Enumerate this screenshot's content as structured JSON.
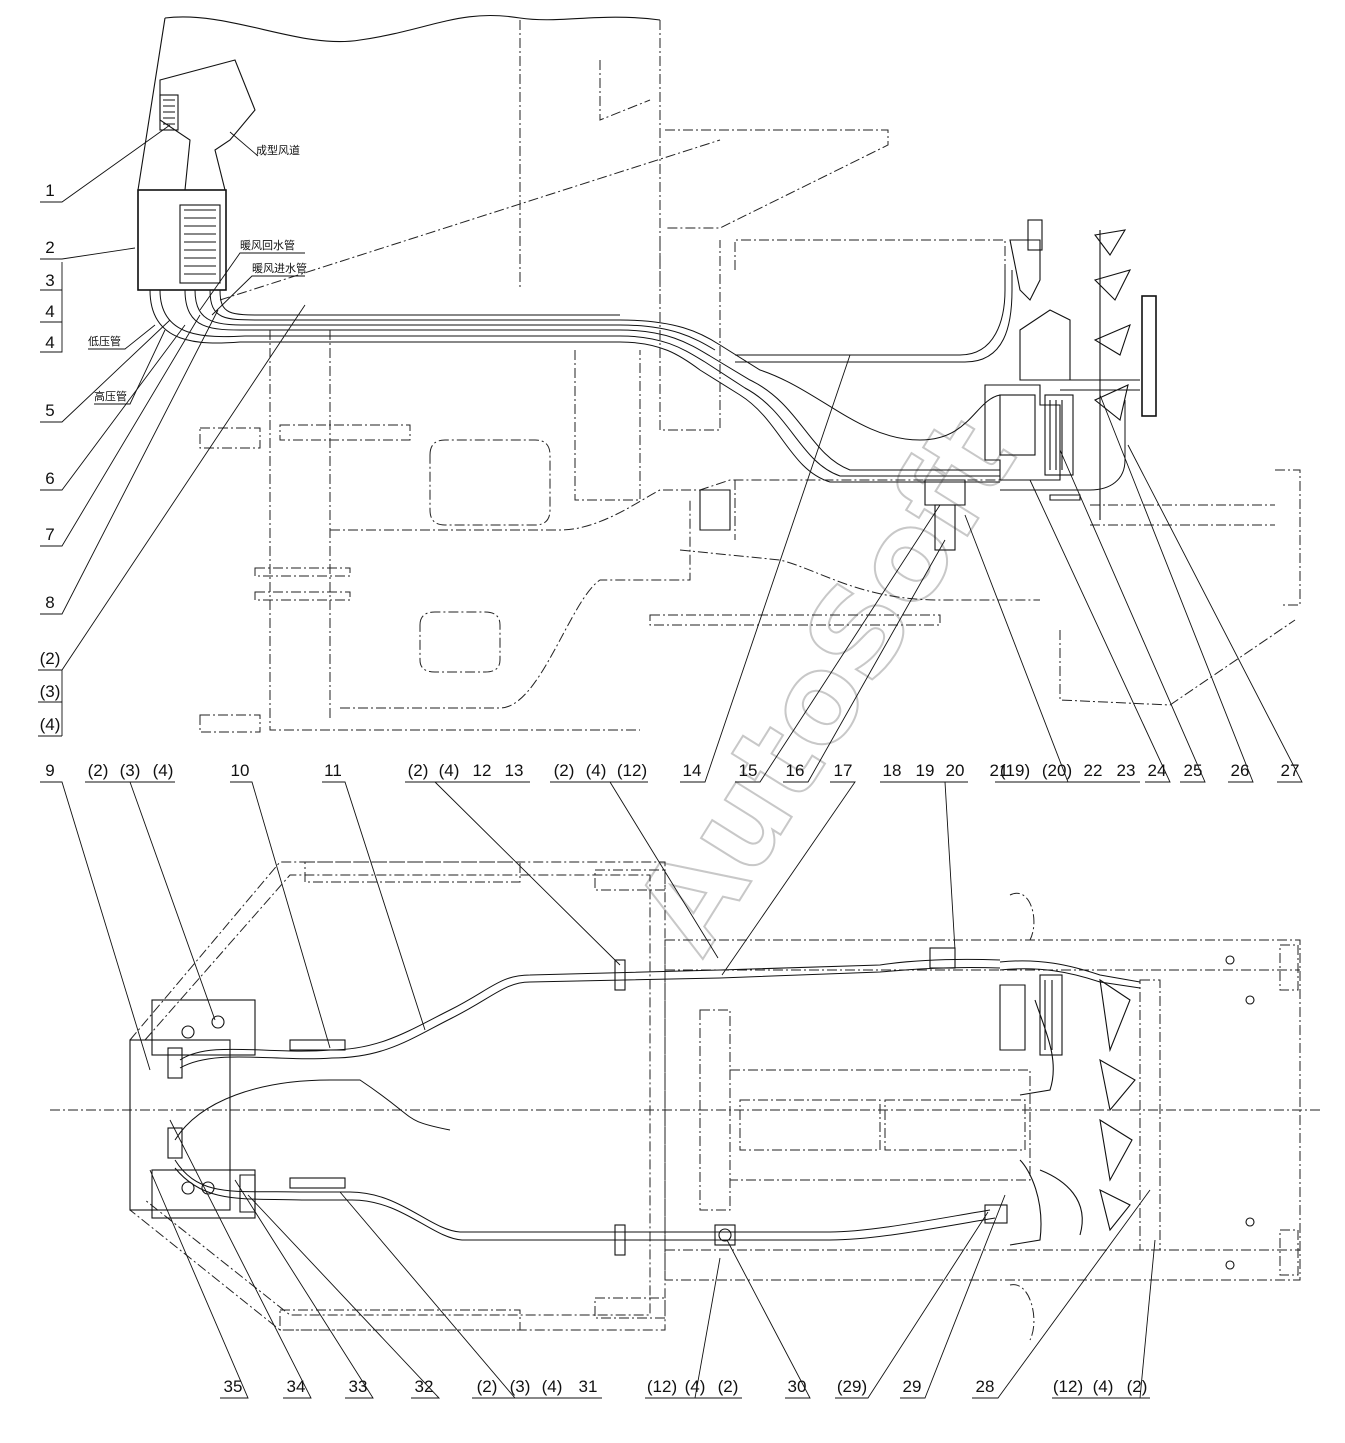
{
  "watermark": "AutoSoft",
  "chinese_labels": {
    "molded_duct": "成型风道",
    "heater_return_pipe": "暖风回水管",
    "heater_inlet_pipe": "暖风进水管",
    "low_pressure_pipe": "低压管",
    "high_pressure_pipe": "高压管"
  },
  "left_callouts": [
    "1",
    "2",
    "3",
    "4",
    "5",
    "6",
    "7",
    "8",
    "(2)",
    "(3)",
    "(4)"
  ],
  "mid_callouts": [
    "14",
    "15",
    "16",
    "17",
    "18",
    "19",
    "20",
    "21",
    "(19)",
    "(20)",
    "22",
    "23",
    "24",
    "25",
    "26",
    "27"
  ],
  "top_row_callouts": [
    "9",
    "(2)",
    "(3)",
    "(4)",
    "10",
    "11",
    "(2)",
    "(4)",
    "12",
    "13",
    "(2)",
    "(4)",
    "(12)"
  ],
  "bottom_callouts": [
    "35",
    "34",
    "33",
    "32",
    "(2)",
    "(3)",
    "(4)",
    "31",
    "(12)",
    "(4)",
    "(2)",
    "30",
    "(29)",
    "29",
    "28",
    "(12)",
    "(4)",
    "(2)"
  ]
}
